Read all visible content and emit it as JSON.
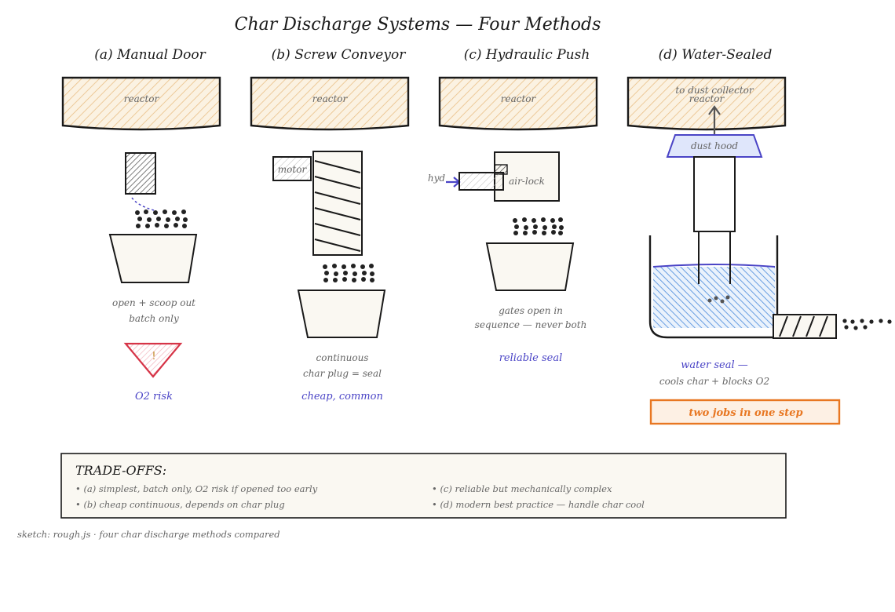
{
  "title": "Char Discharge Systems — Four Methods",
  "panels": [
    {
      "heading": "(a) Manual Door",
      "reactor": "reactor",
      "notes": [
        "open + scoop out",
        "batch only"
      ],
      "warning_symbol": "!",
      "tag": "O2 risk"
    },
    {
      "heading": "(b) Screw Conveyor",
      "reactor": "reactor",
      "motor": "motor",
      "notes": [
        "continuous",
        "char plug = seal"
      ],
      "tag": "cheap, common"
    },
    {
      "heading": "(c) Hydraulic Push",
      "reactor": "reactor",
      "hyd": "hyd",
      "airlock": "air-lock",
      "notes": [
        "gates open in",
        "sequence — never both"
      ],
      "tag": "reliable seal"
    },
    {
      "heading": "(d) Water-Sealed",
      "reactor": "reactor",
      "dust_collector": "to dust collector",
      "hood": "dust hood",
      "tag": "water seal —",
      "note": "cools char + blocks O2",
      "callout": "two jobs in one step"
    }
  ],
  "tradeoffs": {
    "heading": "TRADE-OFFS:",
    "left": [
      "• (a) simplest, batch only, O2 risk if opened too early",
      "• (b) cheap continuous, depends on char plug"
    ],
    "right": [
      "• (c) reliable but mechanically complex",
      "• (d) modern best practice — handle char cool"
    ]
  },
  "caption": "sketch: rough.js · four char discharge methods compared",
  "colors": {
    "reactor_fill": "#f7dfb8",
    "hatch": "#e9bf86",
    "water": "#5b95de",
    "accent_blue": "#4a44c6",
    "warn_red": "#d63447",
    "callout_orange": "#e87722",
    "panel_fill": "#faf8f2"
  }
}
